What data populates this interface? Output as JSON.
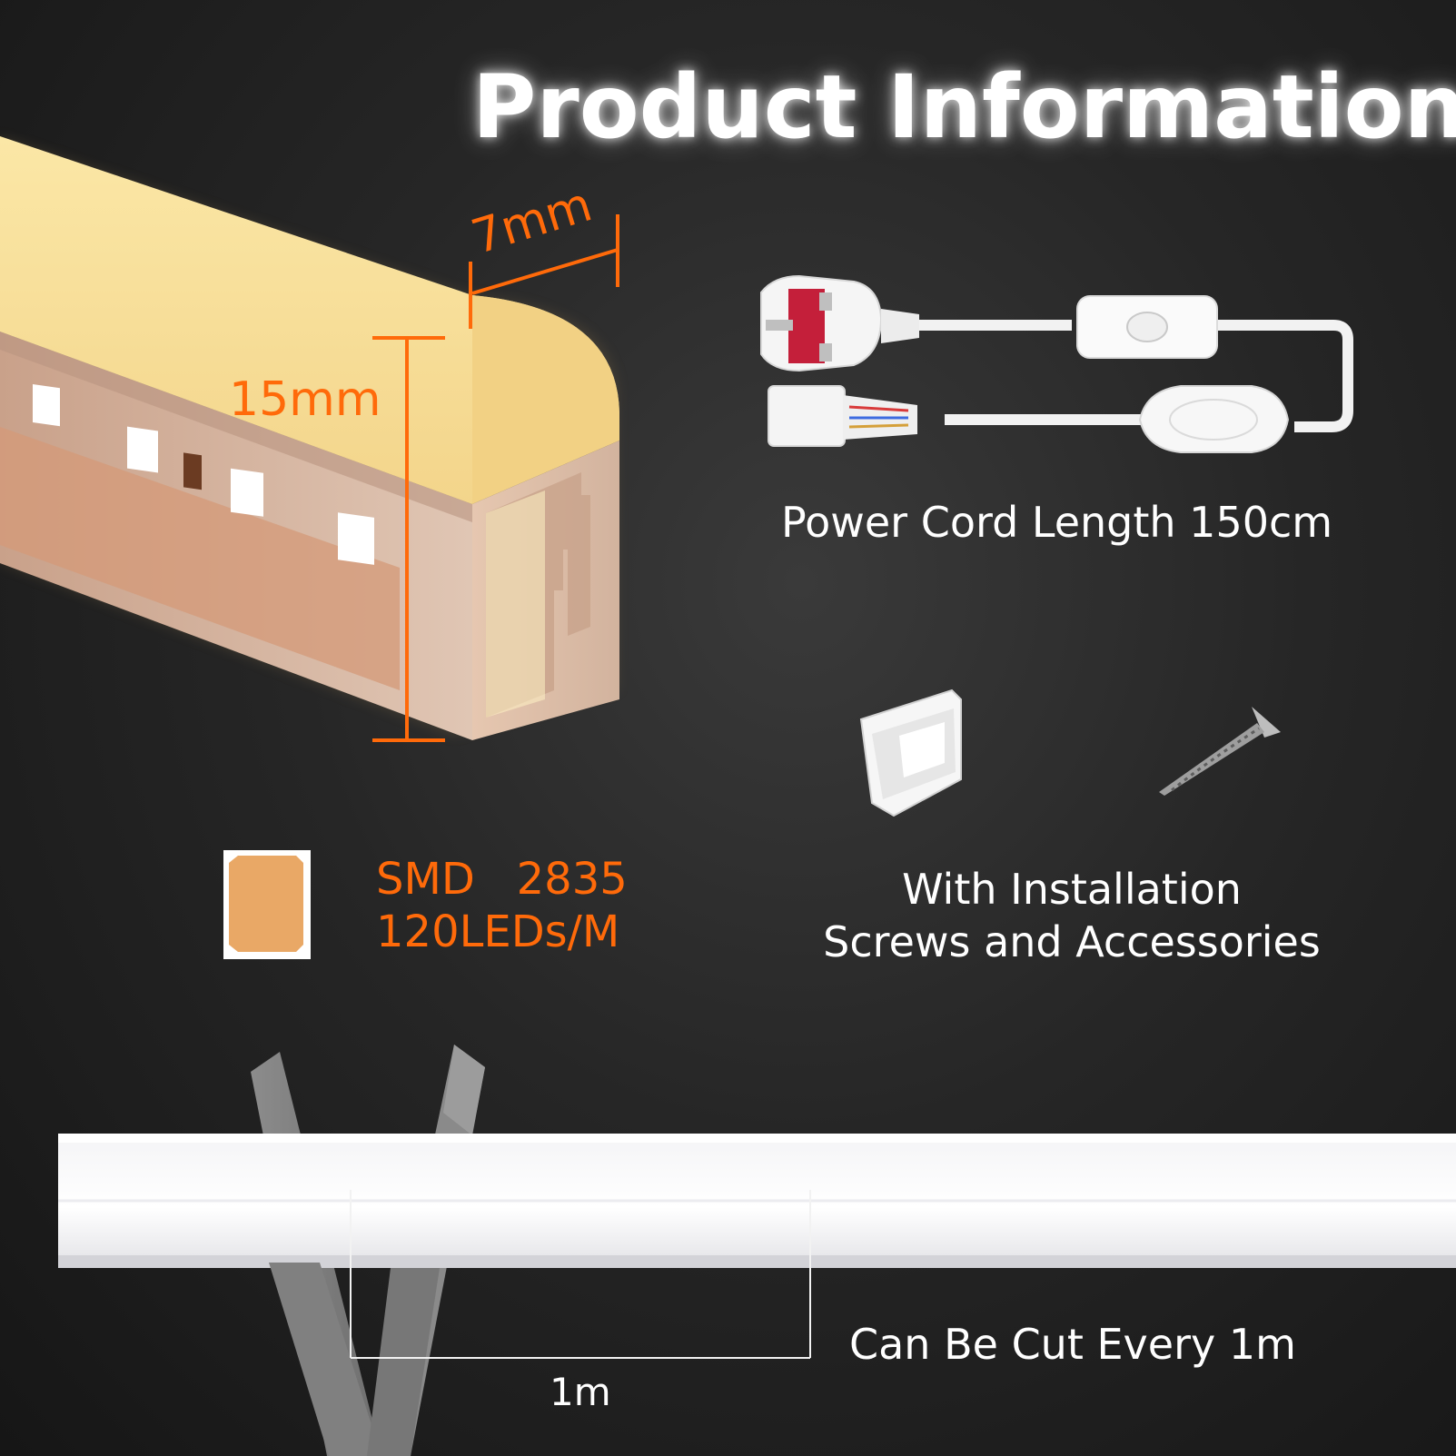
{
  "title": "Product Information",
  "dimensions": {
    "width_label": "7mm",
    "height_label": "15mm"
  },
  "power_cord": {
    "label": "Power Cord Length 150cm"
  },
  "accessories": {
    "line1": "With Installation",
    "line2": "Screws and Accessories"
  },
  "chip": {
    "line1": "SMD   2835",
    "line2": "120LEDs/M"
  },
  "cutting": {
    "label": "Can Be Cut Every 1m",
    "interval_label": "1m"
  },
  "colors": {
    "accent_orange": "#ff6a0a",
    "strip_glow": "#f7dd9a",
    "chip_orange": "#e9a866",
    "text_white": "#ffffff",
    "background": "#232323"
  },
  "icons": [
    "uk-plug-icon",
    "inline-switch-icon",
    "controller-icon",
    "mounting-clip-icon",
    "screw-icon",
    "scissors-icon"
  ]
}
